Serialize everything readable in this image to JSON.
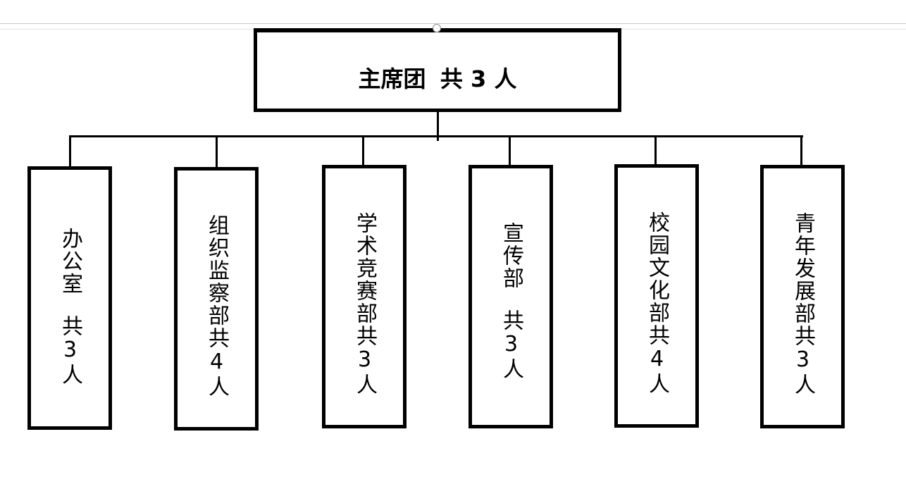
{
  "root": {
    "name": "主席团",
    "count_text": "共 3 人"
  },
  "departments": [
    {
      "name": "办公室",
      "count_text": "共3人"
    },
    {
      "name": "组织监察部",
      "count_text": "共4人"
    },
    {
      "name": "学术竞赛部",
      "count_text": "共3人"
    },
    {
      "name": "宣传部",
      "count_text": "共3人"
    },
    {
      "name": "校园文化部",
      "count_text": "共4人"
    },
    {
      "name": "青年发展部",
      "count_text": "共3人"
    }
  ]
}
